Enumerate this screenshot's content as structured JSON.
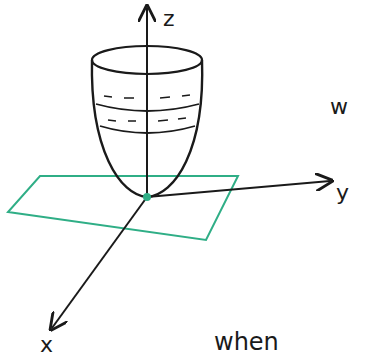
{
  "diagram": {
    "labels": [
      "z",
      "w",
      "y",
      "x",
      "when"
    ]
  }
}
